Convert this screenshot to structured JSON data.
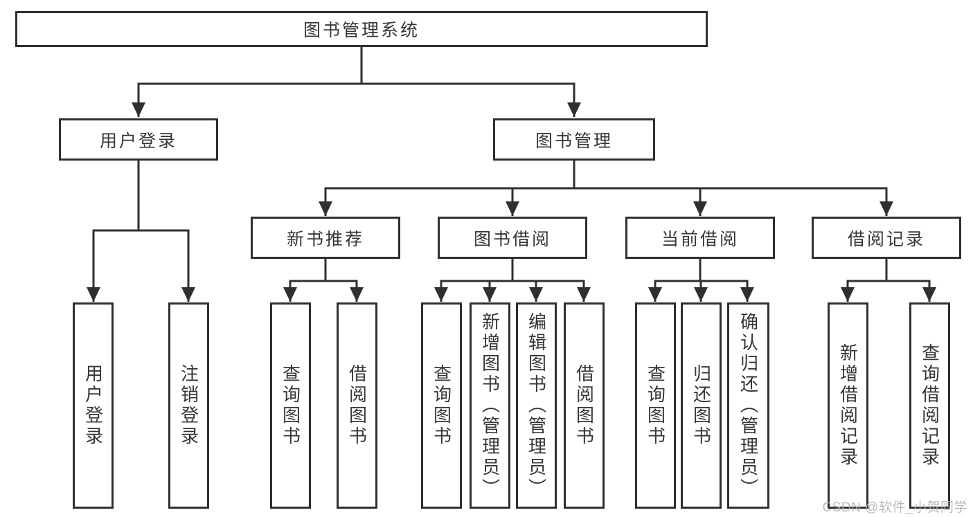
{
  "tree": {
    "label": "图书管理系统",
    "children": [
      {
        "label": "用户登录",
        "children": [
          {
            "label": "用户登录"
          },
          {
            "label": "注销登录"
          }
        ]
      },
      {
        "label": "图书管理",
        "children": [
          {
            "label": "新书推荐",
            "children": [
              {
                "label": "查询图书"
              },
              {
                "label": "借阅图书"
              }
            ]
          },
          {
            "label": "图书借阅",
            "children": [
              {
                "label": "查询图书"
              },
              {
                "label": "新增图书（管理员）"
              },
              {
                "label": "编辑图书（管理员）"
              },
              {
                "label": "借阅图书"
              }
            ]
          },
          {
            "label": "当前借阅",
            "children": [
              {
                "label": "查询图书"
              },
              {
                "label": "归还图书"
              },
              {
                "label": "确认归还（管理员）"
              }
            ]
          },
          {
            "label": "借阅记录",
            "children": [
              {
                "label": "新增借阅记录"
              },
              {
                "label": "查询借阅记录"
              }
            ]
          }
        ]
      }
    ]
  },
  "watermark": {
    "text": "CSDN @软件_小贺同学"
  },
  "colors": {
    "line": "#2f2f2f",
    "box_border": "#2f2f2f",
    "text": "#363636",
    "watermark": "#b3b3b3",
    "background": "#ffffff"
  }
}
